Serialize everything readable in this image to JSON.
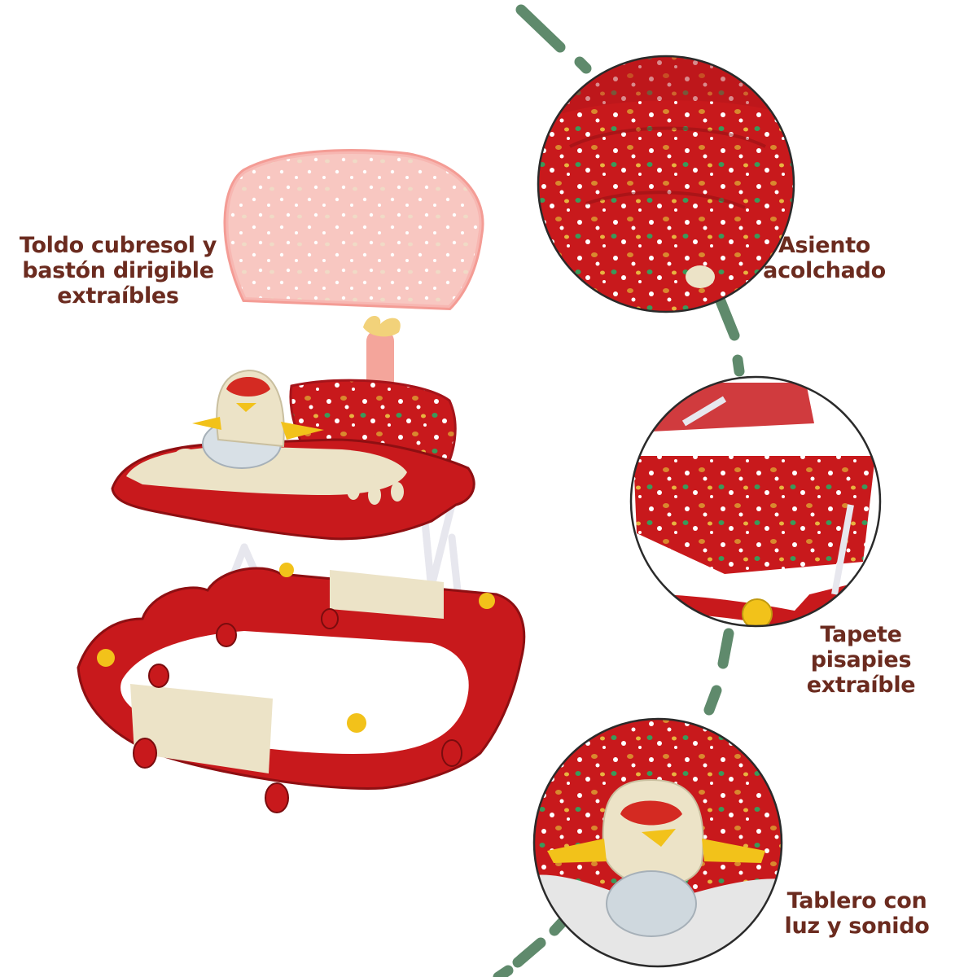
{
  "product": {
    "name": "baby-walker",
    "colors": {
      "primary_red": "#c8191c",
      "cream": "#ece3c7",
      "yellow_accent": "#f2c21a",
      "canopy_pink": "#f4a59b",
      "label_text": "#6b2b1f",
      "connector_dashes": "#5f8a6c"
    }
  },
  "features": [
    {
      "lines": [
        "Toldo cubresol y",
        "bastón dirigible",
        "extraíbles"
      ]
    },
    {
      "lines": [
        "Asiento",
        "acolchado"
      ]
    },
    {
      "lines": [
        "Tapete",
        "pisapies",
        "extraíble"
      ]
    },
    {
      "lines": [
        "Tablero con",
        "luz y sonido"
      ]
    }
  ]
}
